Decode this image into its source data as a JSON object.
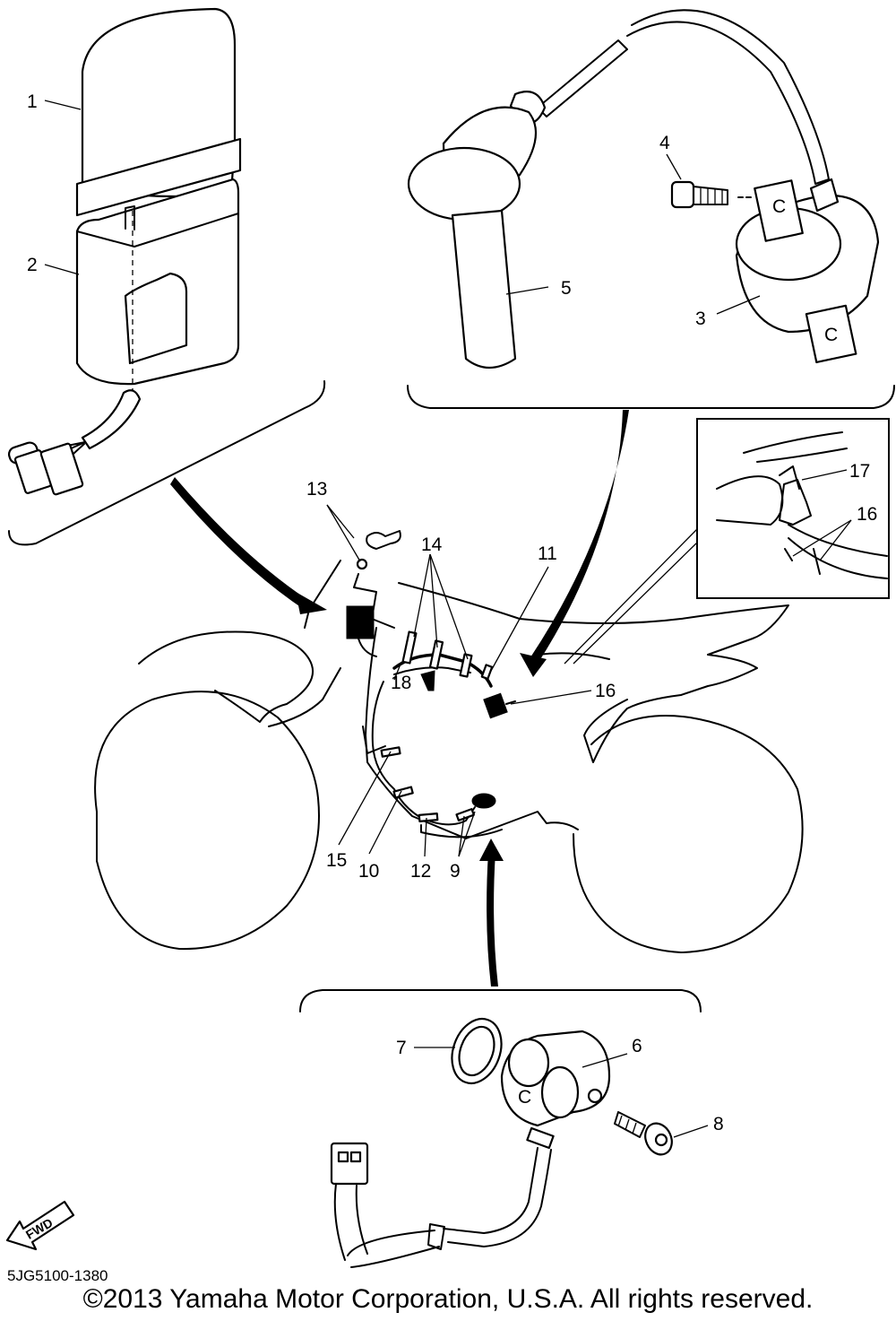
{
  "callouts": {
    "c1": "1",
    "c2": "2",
    "c3": "3",
    "c4": "4",
    "c5": "5",
    "c6": "6",
    "c7": "7",
    "c8": "8",
    "c9": "9",
    "c10": "10",
    "c11": "11",
    "c12": "12",
    "c13": "13",
    "c14": "14",
    "c15": "15",
    "c16": "16",
    "c16b": "16",
    "c17": "17",
    "c18": "18"
  },
  "fwd_label": "FWD",
  "diagram_code": "5JG5100-1380",
  "copyright": "©2013 Yamaha Motor Corporation, U.S.A. All rights reserved.",
  "connector_marks": {
    "coil_upper": "C",
    "coil_lower": "C",
    "sensor": "C"
  }
}
